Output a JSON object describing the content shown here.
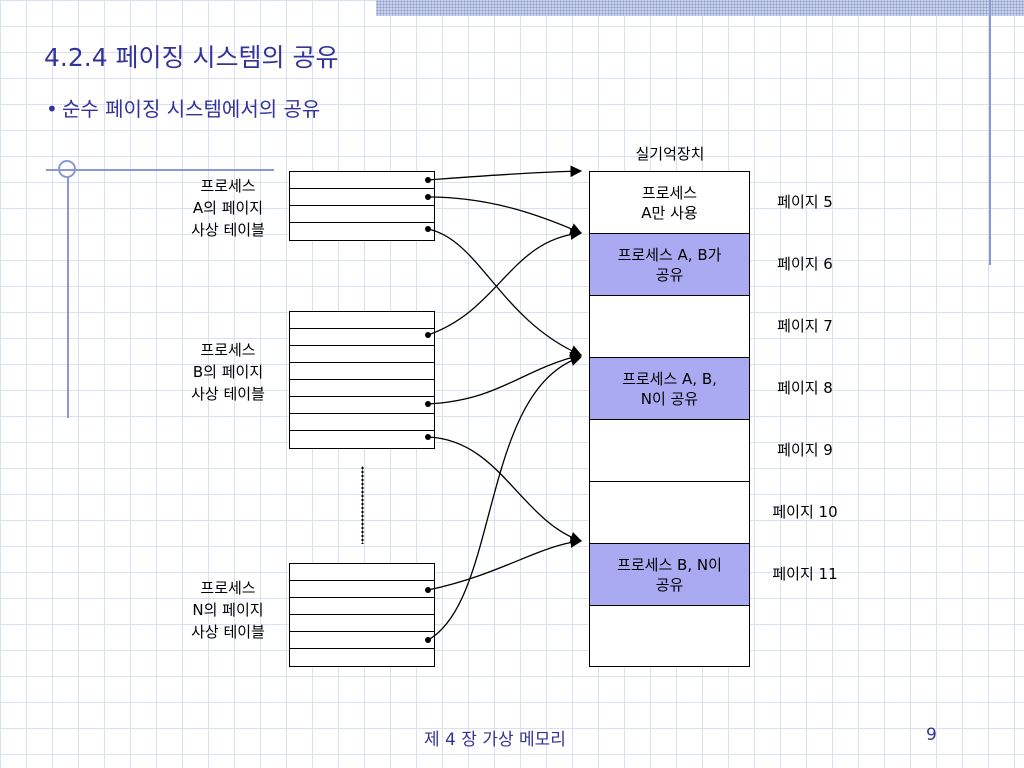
{
  "slide": {
    "title": "4.2.4 페이징 시스템의 공유",
    "bullet": "순수 페이징 시스템에서의 공유",
    "bullet_marker": "•",
    "footer_center": "제 4 장 가상 메모리",
    "page_number": "9"
  },
  "memory": {
    "title": "실기억장치",
    "cells": [
      {
        "text": "프로세스\nA만 사용",
        "shared": false,
        "page": "페이지 5"
      },
      {
        "text": "프로세스 A, B가\n공유",
        "shared": true,
        "page": "페이지 6"
      },
      {
        "text": "",
        "shared": false,
        "page": "페이지 7"
      },
      {
        "text": "프로세스 A, B,\nN이 공유",
        "shared": true,
        "page": "페이지 8"
      },
      {
        "text": "",
        "shared": false,
        "page": "페이지 9"
      },
      {
        "text": "",
        "shared": false,
        "page": "페이지 10"
      },
      {
        "text": "프로세스 B, N이\n공유",
        "shared": true,
        "page": "페이지 11"
      },
      {
        "text": "",
        "shared": false,
        "page": ""
      }
    ]
  },
  "processes": [
    {
      "label": "프로세스\nA의 페이지\n사상 테이블",
      "rows": 4
    },
    {
      "label": "프로세스\nB의 페이지\n사상 테이블",
      "rows": 8
    },
    {
      "label": "프로세스\nN의 페이지\n사상 테이블",
      "rows": 6
    }
  ],
  "ellipsis": "⋮",
  "colors": {
    "accent": "#333399",
    "shared_fill": "#aaaaf2",
    "grid": "#d9e0ee"
  }
}
